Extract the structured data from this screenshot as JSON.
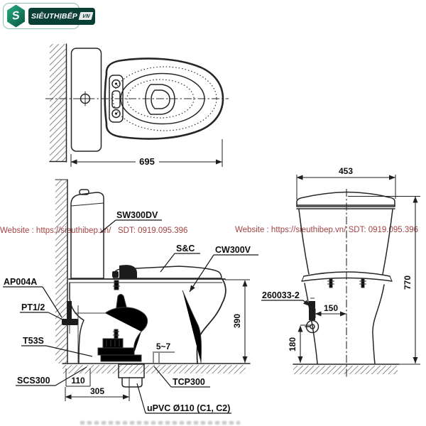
{
  "logo": {
    "brand": "SIÊUTHỊBẾP",
    "tld": "VN",
    "icon": "s-hexagon-icon"
  },
  "watermarks": {
    "left": "Website : https://sieuthibep.vn/   SDT: 0919.095.396",
    "right": "Website : https://sieuthibep.vn/ SDT: 0919.095.396"
  },
  "top_view": {
    "width_dim": "695"
  },
  "side_view": {
    "tank_label": "SW300DV",
    "seat_cover_label": "S&C",
    "bowl_label": "CW300V",
    "angle_valve_label": "AP004A",
    "thread_label": "PT1/2",
    "supply_label": "T53S",
    "base_label": "SCS300",
    "flange_label": "TCP300",
    "pipe_label": "uPVC Ø110 (C1, C2)",
    "rim_height_dim": "390",
    "floor_gap_dim": "5~7",
    "outlet_offset_dim": "110",
    "base_depth_dim": "305"
  },
  "front_view": {
    "width_dim": "453",
    "height_dim": "770",
    "stop_valve_label": "260033-2",
    "valve_offset_dim": "150",
    "valve_height_dim": "180"
  },
  "colors": {
    "line": "#262626",
    "watermark": "#a34343",
    "logo_green": "#0c6b52",
    "logo_dark": "#0a3f35"
  }
}
